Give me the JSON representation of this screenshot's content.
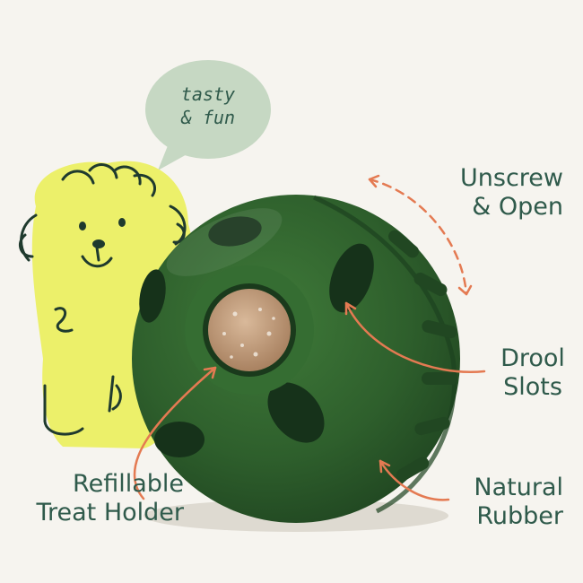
{
  "speech_bubble": {
    "line1": "tasty",
    "line2": "& fun"
  },
  "callouts": {
    "unscrew": {
      "line1": "Unscrew",
      "line2": "& Open"
    },
    "drool": {
      "line1": "Drool",
      "line2": "Slots"
    },
    "treat": {
      "line1": "Refillable",
      "line2": "Treat Holder"
    },
    "rubber": {
      "line1": "Natural",
      "line2": "Rubber"
    }
  },
  "colors": {
    "background": "#f6f4ef",
    "ball_green": "#2e5f2c",
    "dog_yellow": "#ecf06a",
    "bubble": "#c6d8c3",
    "arrow": "#e47a52",
    "text": "#2f5a4b"
  }
}
